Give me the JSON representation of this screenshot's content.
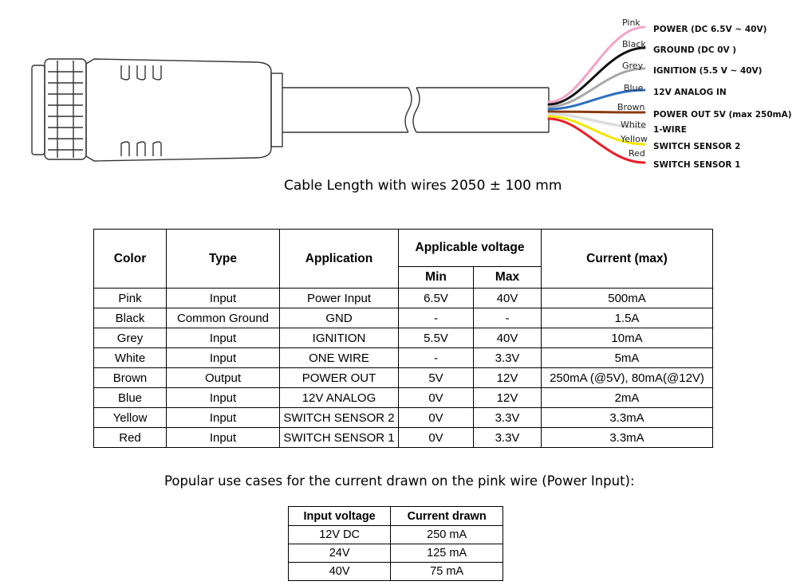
{
  "wires": [
    {
      "color_name": "Pink",
      "stroke": "#f4a3c8",
      "label": "POWER (DC 6.5V  ~ 40V)"
    },
    {
      "color_name": "Black",
      "stroke": "#111111",
      "label": "GROUND (DC 0V )"
    },
    {
      "color_name": "Grey",
      "stroke": "#a8a8a8",
      "label": "IGNITION (5.5 V ~ 40V)"
    },
    {
      "color_name": "Blue",
      "stroke": "#2d6fc1",
      "label": "12V ANALOG IN"
    },
    {
      "color_name": "Brown",
      "stroke": "#8b3a12",
      "label": "POWER OUT 5V (max 250mA)"
    },
    {
      "color_name": "White",
      "stroke": "#dddddd",
      "label": "1-WIRE"
    },
    {
      "color_name": "Yellow",
      "stroke": "#f2e600",
      "label": "SWITCH SENSOR 2"
    },
    {
      "color_name": "Red",
      "stroke": "#e8202a",
      "label": "SWITCH SENSOR 1"
    }
  ],
  "cable_caption": "Cable Length with wires 2050 ± 100 mm",
  "spec_table": {
    "headers": {
      "color": "Color",
      "type": "Type",
      "application": "Application",
      "applicable_voltage": "Applicable voltage",
      "min": "Min",
      "max": "Max",
      "current": "Current (max)"
    },
    "rows": [
      {
        "color": "Pink",
        "type": "Input",
        "application": "Power Input",
        "min": "6.5V",
        "max": "40V",
        "current": "500mA"
      },
      {
        "color": "Black",
        "type": "Common Ground",
        "application": "GND",
        "min": "-",
        "max": "-",
        "current": "1.5A"
      },
      {
        "color": "Grey",
        "type": "Input",
        "application": "IGNITION",
        "min": "5.5V",
        "max": "40V",
        "current": "10mA"
      },
      {
        "color": "White",
        "type": "Input",
        "application": "ONE WIRE",
        "min": "-",
        "max": "3.3V",
        "current": "5mA"
      },
      {
        "color": "Brown",
        "type": "Output",
        "application": "POWER OUT",
        "min": "5V",
        "max": "12V",
        "current": "250mA (@5V), 80mA(@12V)"
      },
      {
        "color": "Blue",
        "type": "Input",
        "application": "12V ANALOG",
        "min": "0V",
        "max": "12V",
        "current": "2mA"
      },
      {
        "color": "Yellow",
        "type": "Input",
        "application": "SWITCH SENSOR 2",
        "min": "0V",
        "max": "3.3V",
        "current": "3.3mA"
      },
      {
        "color": "Red",
        "type": "Input",
        "application": "SWITCH SENSOR 1",
        "min": "0V",
        "max": "3.3V",
        "current": "3.3mA"
      }
    ]
  },
  "usecase_caption": "Popular use cases for the current drawn on the pink wire (Power Input):",
  "usecase_table": {
    "headers": {
      "input_voltage": "Input voltage",
      "current_drawn": "Current drawn"
    },
    "rows": [
      {
        "input_voltage": "12V DC",
        "current_drawn": "250 mA"
      },
      {
        "input_voltage": "24V",
        "current_drawn": "125 mA"
      },
      {
        "input_voltage": "40V",
        "current_drawn": "75 mA"
      }
    ]
  }
}
